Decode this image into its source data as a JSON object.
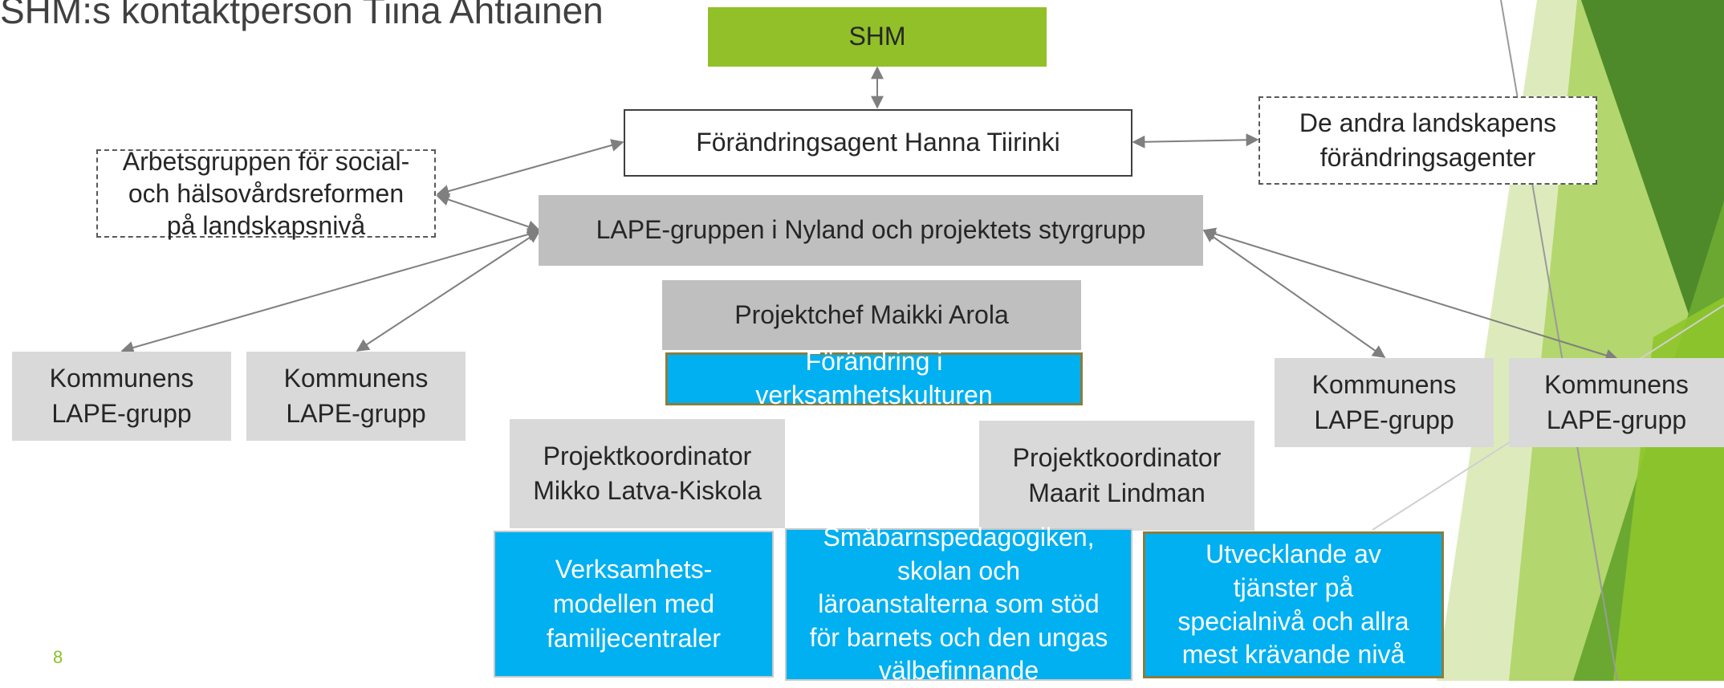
{
  "slide": {
    "title": "SHM:s kontaktperson Tiina Ahtiainen",
    "number": "8"
  },
  "colors": {
    "accent_green": "#92c028",
    "box_blue": "#00b0f0",
    "box_gray": "#bfbfbf",
    "box_light_gray": "#d9d9d9",
    "arrow_gray": "#7f7f7f"
  },
  "nodes": {
    "shm": "SHM",
    "agent": "Förändringsagent Hanna Tiirinki",
    "other_agents": "De andra landskapens\nförändringsagenter",
    "working_group": "Arbetsgruppen för social-\noch hälsovårdsreformen\npå landskapsnivå",
    "lape_group": "LAPE-gruppen i Nyland och projektets styrgrupp",
    "project_manager": "Projektchef Maikki Arola",
    "culture_change": "Förändring i\nverksamhetskulturen",
    "municipal_1": "Kommunens\nLAPE-grupp",
    "municipal_2": "Kommunens\nLAPE-grupp",
    "municipal_3": "Kommunens\nLAPE-grupp",
    "municipal_4": "Kommunens\nLAPE-grupp",
    "coordinator_1": "Projektkoordinator\nMikko Latva-Kiskola",
    "coordinator_2": "Projektkoordinator\nMaarit Lindman",
    "focus_family_centres": "Verksamhets-\nmodellen med\nfamiljecentraler",
    "focus_education": "Småbarnspedagogiken,\nskolan och\nläroanstalterna som stöd\nför barnets och den ungas\nvälbefinnande",
    "focus_special": "Utvecklande av\ntjänster på\nspecialnivå och allra\nmest krävande nivå"
  }
}
